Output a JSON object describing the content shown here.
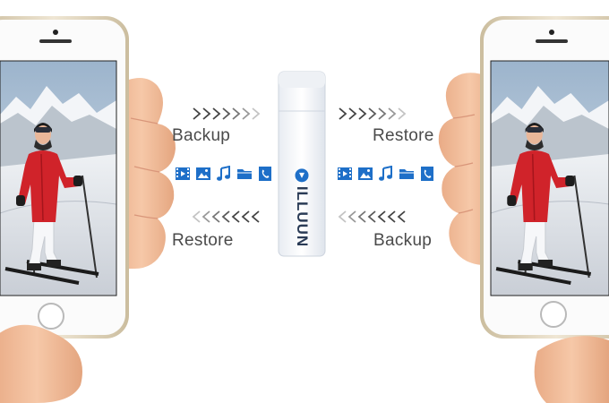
{
  "left_panel": {
    "upper_label": "Backup",
    "lower_label": "Restore"
  },
  "right_panel": {
    "upper_label": "Restore",
    "lower_label": "Backup"
  },
  "device": {
    "brand_logo_text": "ILLUUN"
  },
  "icons": [
    "video-icon",
    "photo-icon",
    "music-icon",
    "folder-icon",
    "contact-icon"
  ],
  "colors": {
    "icon_blue": "#1e6fc8",
    "phone_gold": "#dccfb8",
    "jacket_red": "#d0232a",
    "skin": "#f0bb98"
  }
}
